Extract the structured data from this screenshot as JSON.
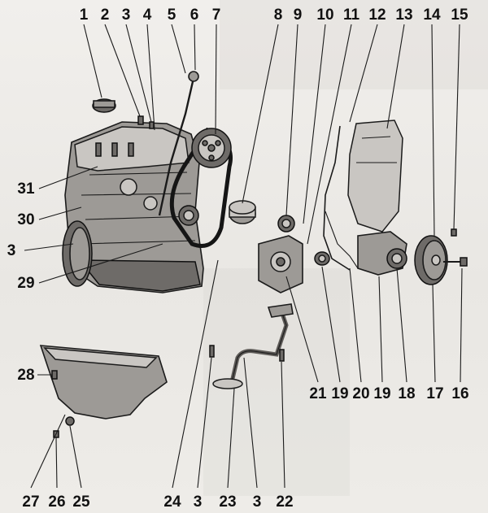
{
  "callouts_top": [
    "1",
    "2",
    "3",
    "4",
    "5",
    "6",
    "7",
    "8",
    "9",
    "10",
    "11",
    "12",
    "13",
    "14",
    "15"
  ],
  "callouts_left": [
    "31",
    "30",
    "3",
    "29",
    "28"
  ],
  "callouts_right": [
    "21",
    "19",
    "20",
    "19",
    "18",
    "17",
    "16"
  ],
  "callouts_bottom": [
    "27",
    "26",
    "25",
    "24",
    "3",
    "23",
    "3",
    "22"
  ],
  "colors": {
    "ink": "#111111",
    "paper": "#eeece8",
    "metal": "#9d9a96"
  },
  "icons": [
    "engine-block",
    "timing-belt",
    "camshaft-pulley",
    "tensioner",
    "oil-pump",
    "timing-cover",
    "water-pump",
    "crankshaft-pulley",
    "oil-pan",
    "oil-pickup-tube"
  ]
}
